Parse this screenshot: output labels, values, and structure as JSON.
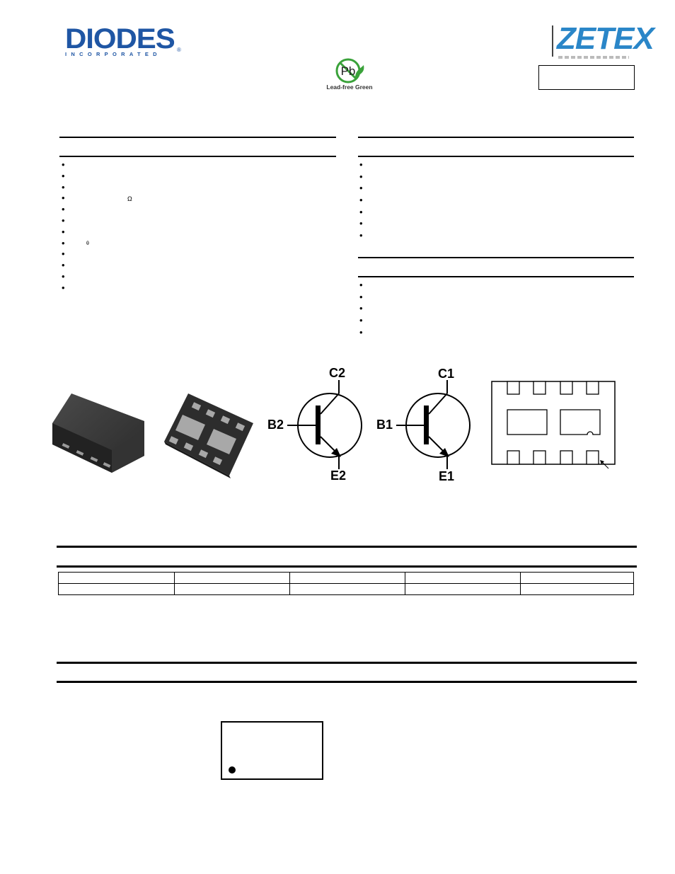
{
  "header": {
    "brand_left": "DIODES",
    "brand_left_sub": "INCORPORATED",
    "brand_left_reg": "®",
    "brand_right": "ZETEX",
    "leadfree_symbol": "Pb",
    "leadfree_caption": "Lead-free Green",
    "part_number": ""
  },
  "features": {
    "items": [
      "",
      "",
      "",
      "Ω",
      "",
      "",
      "",
      "θ",
      "",
      "",
      "",
      ""
    ]
  },
  "mechanical": {
    "items": [
      "",
      "",
      "",
      "",
      "",
      "",
      ""
    ]
  },
  "applications": {
    "items": [
      "",
      "",
      "",
      "",
      ""
    ]
  },
  "pin_labels": {
    "c2": "C2",
    "b2": "B2",
    "e2": "E2",
    "c1": "C1",
    "b1": "B1",
    "e1": "E1"
  },
  "ordering_table": {
    "headers": [
      "",
      "",
      "",
      "",
      ""
    ],
    "row": [
      "",
      "",
      "",
      "",
      ""
    ]
  },
  "colors": {
    "diodes_blue": "#1f56a4",
    "zetex_blue": "#2a86c8",
    "leadfree_green": "#3aa23a"
  }
}
